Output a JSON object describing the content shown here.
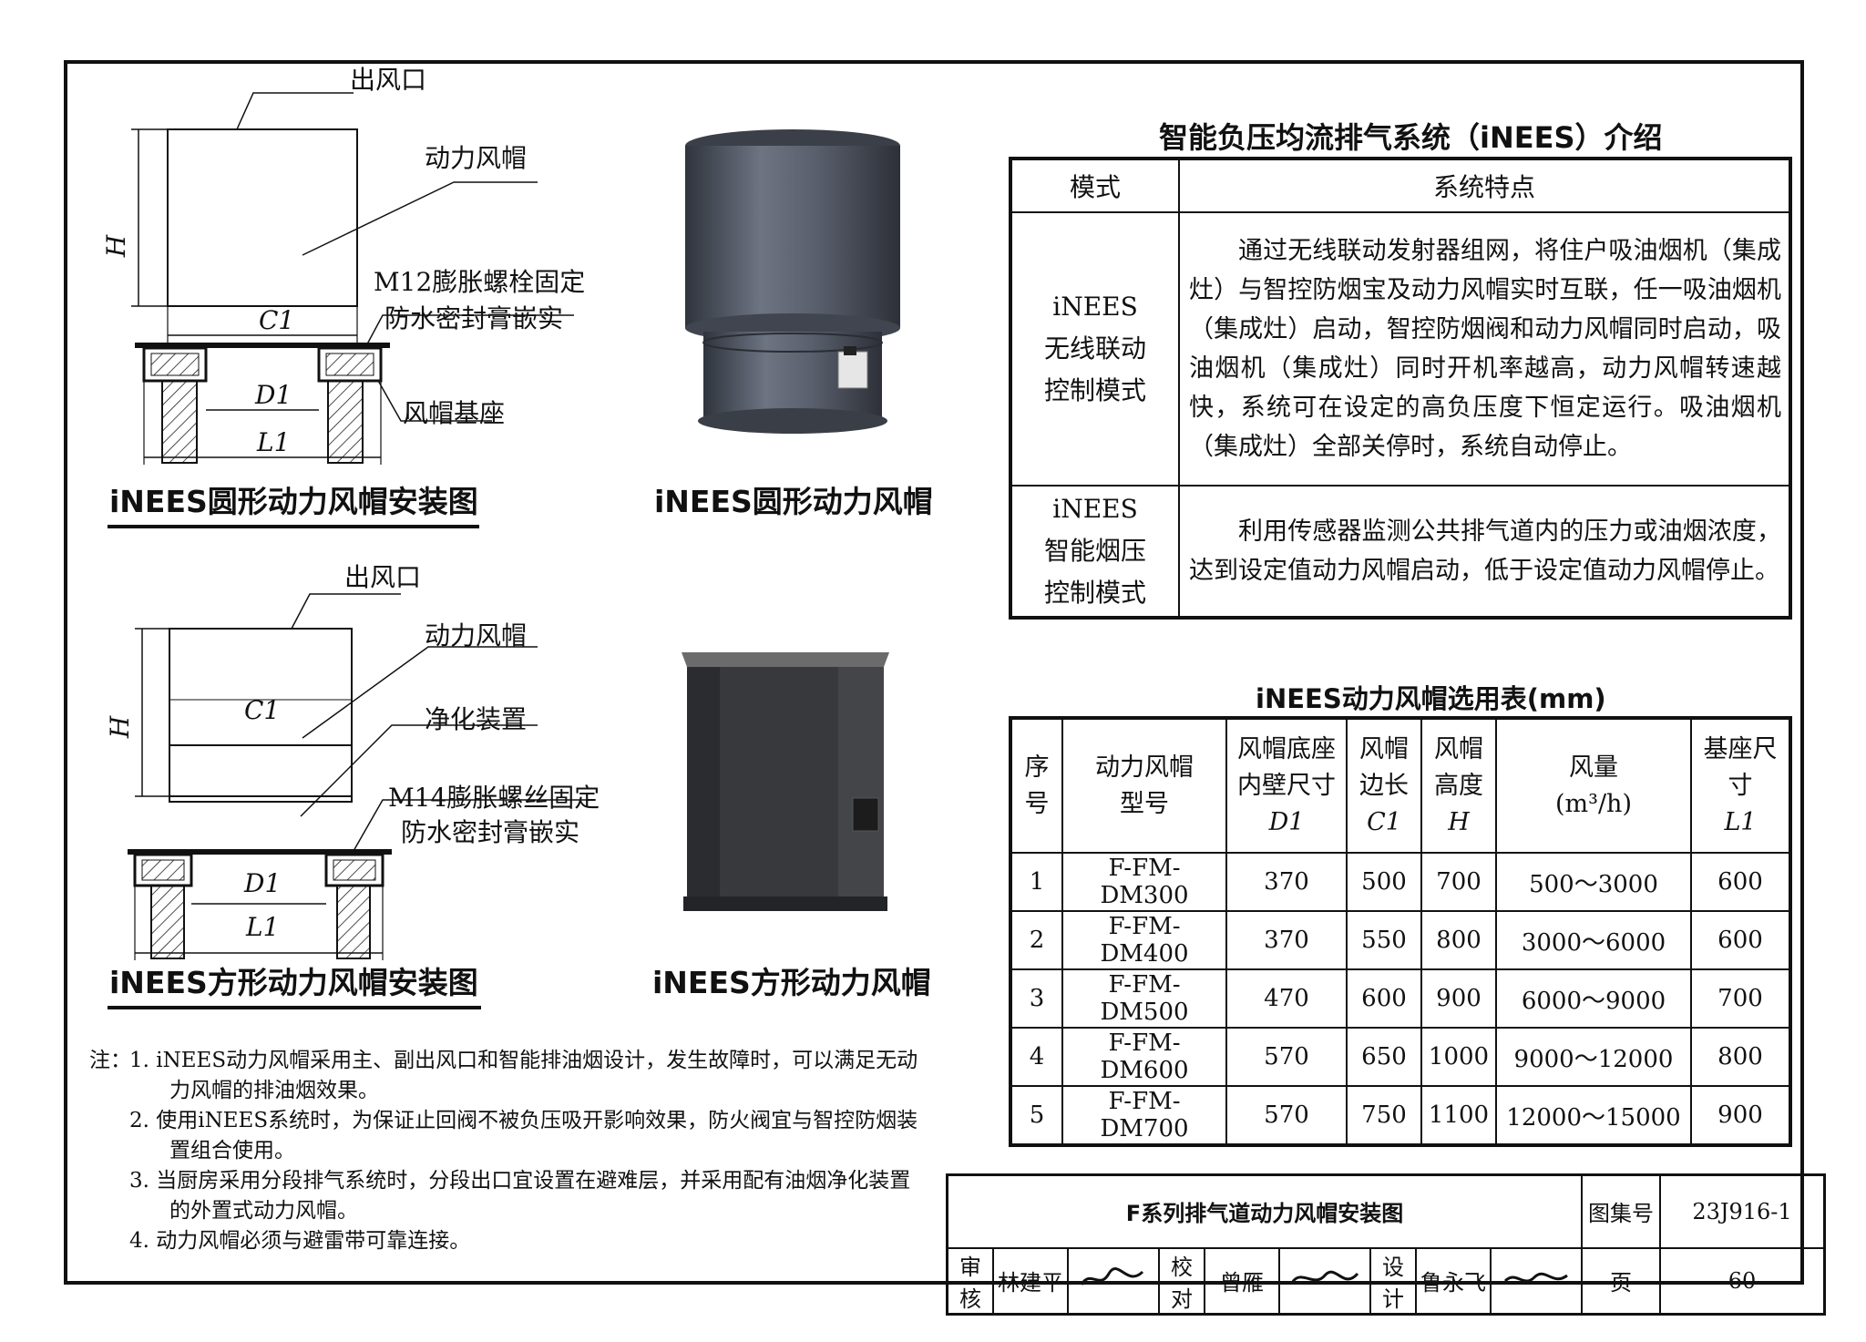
{
  "left": {
    "round": {
      "outlet": "出风口",
      "cap": "动力风帽",
      "bolt_line1": "M12膨胀螺栓固定",
      "bolt_line2": "防水密封膏嵌实",
      "base": "风帽基座",
      "dim_h": "H",
      "dim_c": "C1",
      "dim_d": "D1",
      "dim_l": "L1",
      "caption": "iNEES圆形动力风帽安装图",
      "photo_caption": "iNEES圆形动力风帽"
    },
    "square": {
      "outlet": "出风口",
      "cap": "动力风帽",
      "purifier": "净化装置",
      "bolt_line1": "M14膨胀螺丝固定",
      "bolt_line2": "防水密封膏嵌实",
      "dim_h": "H",
      "dim_c": "C1",
      "dim_d": "D1",
      "dim_l": "L1",
      "caption": "iNEES方形动力风帽安装图",
      "photo_caption": "iNEES方形动力风帽"
    }
  },
  "intro": {
    "title": "智能负压均流排气系统（iNEES）介绍",
    "col_mode": "模式",
    "col_feature": "系统特点",
    "rows": [
      {
        "mode_l1": "iNEES",
        "mode_l2": "无线联动",
        "mode_l3": "控制模式",
        "feature": "通过无线联动发射器组网，将住户吸油烟机（集成灶）与智控防烟宝及动力风帽实时互联，任一吸油烟机（集成灶）启动，智控防烟阀和动力风帽同时启动，吸油烟机（集成灶）同时开机率越高，动力风帽转速越快，系统可在设定的高负压度下恒定运行。吸油烟机（集成灶）全部关停时，系统自动停止。"
      },
      {
        "mode_l1": "iNEES",
        "mode_l2": "智能烟压",
        "mode_l3": "控制模式",
        "feature": "利用传感器监测公共排气道内的压力或油烟浓度，达到设定值动力风帽启动，低于设定值动力风帽停止。"
      }
    ]
  },
  "selection": {
    "title": "iNEES动力风帽选用表(mm)",
    "headers": {
      "no": "序号",
      "model": "动力风帽型号",
      "d1_line1": "风帽底座",
      "d1_line2": "内壁尺寸",
      "d1_sym": "D1",
      "c1_line1": "风帽",
      "c1_line2": "边长",
      "c1_sym": "C1",
      "h_line1": "风帽",
      "h_line2": "高度",
      "h_sym": "H",
      "flow": "风量",
      "flow_unit": "(m³/h)",
      "base": "基座尺寸",
      "base_sym": "L1"
    },
    "rows": [
      {
        "no": "1",
        "model": "F-FM-DM300",
        "d1": "370",
        "c1": "500",
        "h": "700",
        "flow": "500～3000",
        "l1": "600"
      },
      {
        "no": "2",
        "model": "F-FM-DM400",
        "d1": "370",
        "c1": "550",
        "h": "800",
        "flow": "3000～6000",
        "l1": "600"
      },
      {
        "no": "3",
        "model": "F-FM-DM500",
        "d1": "470",
        "c1": "600",
        "h": "900",
        "flow": "6000～9000",
        "l1": "700"
      },
      {
        "no": "4",
        "model": "F-FM-DM600",
        "d1": "570",
        "c1": "650",
        "h": "1000",
        "flow": "9000～12000",
        "l1": "800"
      },
      {
        "no": "5",
        "model": "F-FM-DM700",
        "d1": "570",
        "c1": "750",
        "h": "1100",
        "flow": "12000～15000",
        "l1": "900"
      }
    ]
  },
  "notes": {
    "label": "注：",
    "items": [
      "1. iNEES动力风帽采用主、副出风口和智能排油烟设计，发生故障时，可以满足无动力风帽的排油烟效果。",
      "2. 使用iNEES系统时，为保证止回阀不被负压吸开影响效果，防火阀宜与智控防烟装置组合使用。",
      "3. 当厨房采用分段排气系统时，分段出口宜设置在避难层，并采用配有油烟净化装置的外置式动力风帽。",
      "4. 动力风帽必须与避雷带可靠连接。"
    ]
  },
  "titleblock": {
    "title": "F系列排气道动力风帽安装图",
    "atlas_label": "图集号",
    "atlas_no": "23J916-1",
    "review_label": "审核",
    "reviewer": "林建平",
    "check_label": "校对",
    "checker": "曾雁",
    "design_label": "设计",
    "designer": "鲁永飞",
    "page_label": "页",
    "page_no": "60"
  },
  "colors": {
    "line": "#111111",
    "cap_metal": "#5d6370",
    "cap_dark": "#2e2f33",
    "wall_fill": "#ffffff"
  }
}
